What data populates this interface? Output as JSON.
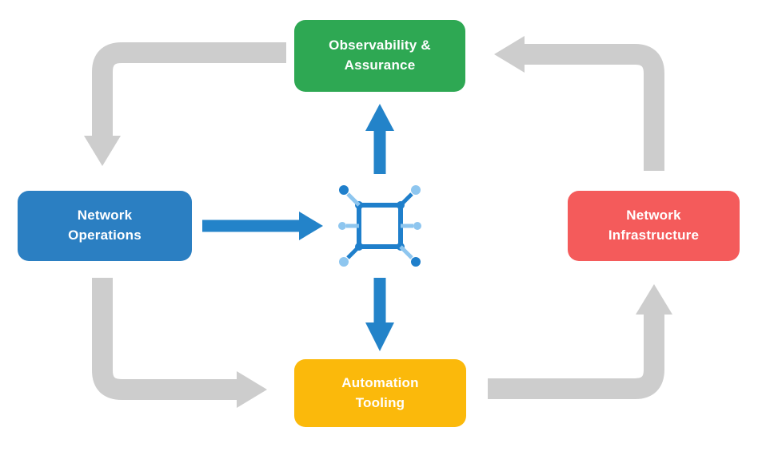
{
  "diagram": {
    "name": "network-automation-cycle-diagram",
    "background_color": "#ffffff"
  },
  "nodes": {
    "observability": {
      "lines": [
        "Observability &",
        "Assurance"
      ],
      "color": "#2EA853"
    },
    "operations": {
      "lines": [
        "Network",
        "Operations"
      ],
      "color": "#2B7FC2"
    },
    "infrastructure": {
      "lines": [
        "Network",
        "Infrastructure"
      ],
      "color": "#F45B5B"
    },
    "tooling": {
      "lines": [
        "Automation",
        "Tooling"
      ],
      "color": "#FBB90B"
    }
  },
  "center_icon": {
    "name": "network-platform-icon",
    "primary_color": "#1F7FCB",
    "secondary_color": "#8EC6EF"
  },
  "arrows": {
    "gray_color": "#CDCDCD",
    "blue_color": "#2383C9",
    "flows": [
      {
        "from": "observability",
        "to": "operations",
        "style": "gray-curved"
      },
      {
        "from": "operations",
        "to": "tooling",
        "style": "gray-curved"
      },
      {
        "from": "tooling",
        "to": "infrastructure",
        "style": "gray-curved"
      },
      {
        "from": "infrastructure",
        "to": "observability",
        "style": "gray-curved"
      },
      {
        "from": "operations",
        "to": "center-icon",
        "style": "blue-straight"
      },
      {
        "from": "center-icon",
        "to": "observability",
        "style": "blue-straight"
      },
      {
        "from": "center-icon",
        "to": "tooling",
        "style": "blue-straight"
      }
    ]
  }
}
